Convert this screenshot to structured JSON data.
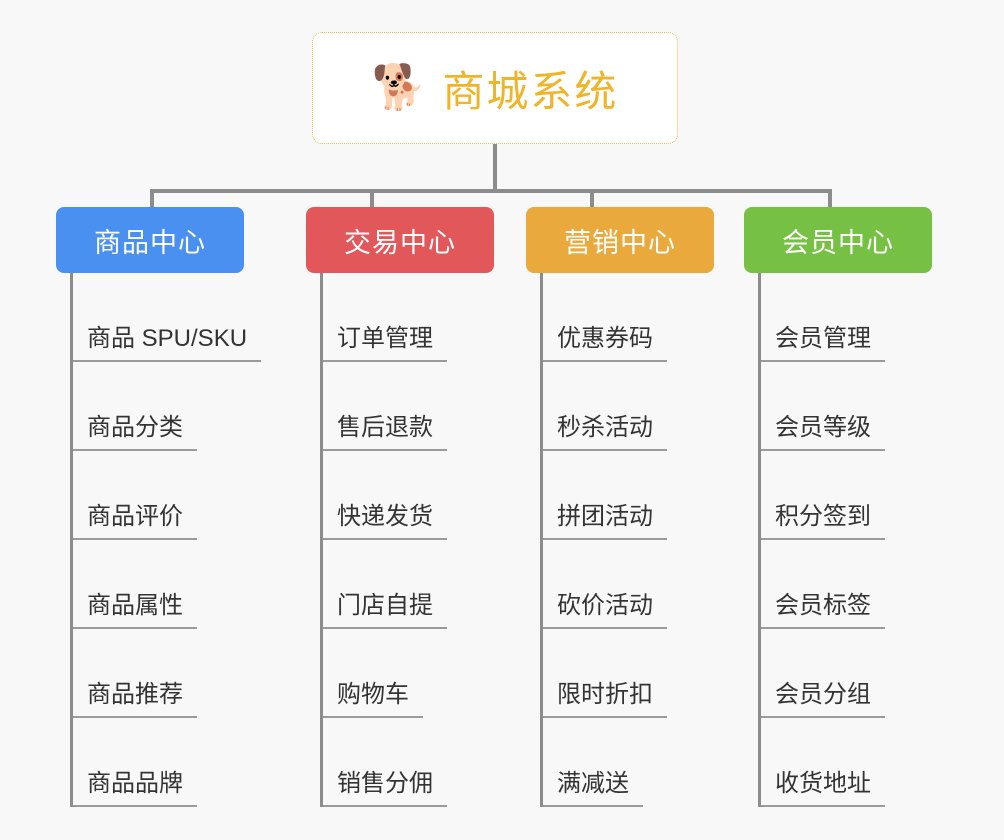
{
  "page": {
    "background_color": "#f8f8f8",
    "line_color": "#8c8c8c",
    "leaf_underline_color": "#9a9a9a",
    "leaf_text_color": "#333333"
  },
  "root": {
    "title": "商城系统",
    "icon": "shiba-dog-face-emoji",
    "icon_glyph": "🐕",
    "text_color": "#f0b429",
    "border_color": "#e8b64c",
    "background_color": "#ffffff"
  },
  "categories": [
    {
      "label": "商品中心",
      "color": "#4a90f0",
      "items": [
        "商品 SPU/SKU",
        "商品分类",
        "商品评价",
        "商品属性",
        "商品推荐",
        "商品品牌"
      ]
    },
    {
      "label": "交易中心",
      "color": "#e2585a",
      "items": [
        "订单管理",
        "售后退款",
        "快递发货",
        "门店自提",
        "购物车",
        "销售分佣"
      ]
    },
    {
      "label": "营销中心",
      "color": "#eaa93c",
      "items": [
        "优惠券码",
        "秒杀活动",
        "拼团活动",
        "砍价活动",
        "限时折扣",
        "满减送"
      ]
    },
    {
      "label": "会员中心",
      "color": "#76c043",
      "items": [
        "会员管理",
        "会员等级",
        "积分签到",
        "会员标签",
        "会员分组",
        "收货地址"
      ]
    }
  ]
}
